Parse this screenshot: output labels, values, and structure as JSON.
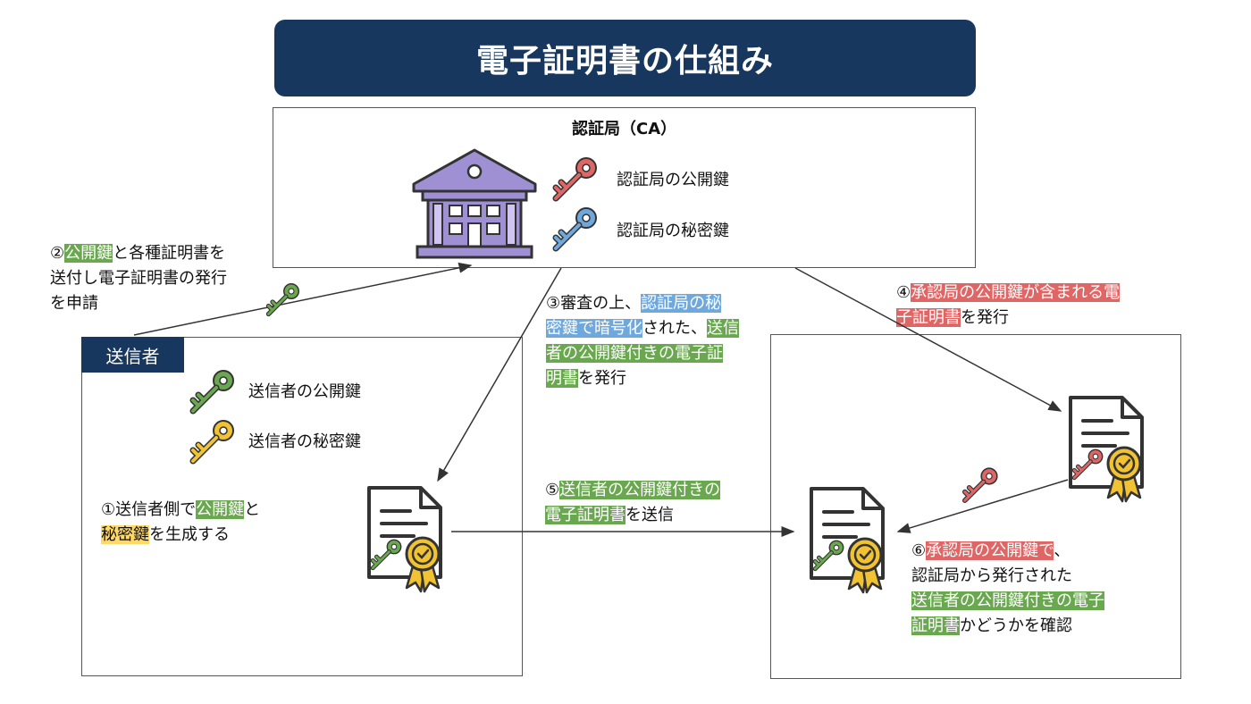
{
  "title": "電子証明書の仕組み",
  "ca": {
    "title": "認証局（CA）",
    "public_key_label": "認証局の公開鍵",
    "private_key_label": "認証局の秘密鍵"
  },
  "sender": {
    "label": "送信者",
    "public_key_label": "送信者の公開鍵",
    "private_key_label": "送信者の秘密鍵"
  },
  "steps": {
    "s1": {
      "a": "①送信者側で",
      "b": "公開鍵",
      "c": "と",
      "d": "秘密鍵",
      "e": "を生成する"
    },
    "s2": {
      "a": "②",
      "b": "公開鍵",
      "c": "と各種証明書を",
      "d": "送付し電子証明書の発行",
      "e": "を申請"
    },
    "s3": {
      "a": "③審査の上、",
      "b": "認証局の秘",
      "c": "密鍵で暗号化",
      "d": "された、",
      "e": "送信",
      "f": "者の公開鍵付きの電子証",
      "g": "明書",
      "h": "を発行"
    },
    "s4": {
      "a": "④",
      "b": "承認局の公開鍵が含まれる電",
      "c": "子証明書",
      "d": "を発行"
    },
    "s5": {
      "a": "⑤",
      "b": "送信者の公開鍵付きの",
      "c": "電子証明書",
      "d": "を送信"
    },
    "s6": {
      "a": "⑥",
      "b": "承認局の公開鍵で",
      "c": "、",
      "d": "認証局から発行された",
      "e": "送信者の公開鍵付きの電子",
      "f": "証明書",
      "g": "かどうかを確認"
    }
  },
  "colors": {
    "navy": "#17375e",
    "building": "#9f8fd3",
    "key_red": "#e06666",
    "key_blue": "#6fa8dc",
    "key_green": "#6aa84f",
    "key_yellow": "#f1c232",
    "seal": "#f1c232"
  }
}
